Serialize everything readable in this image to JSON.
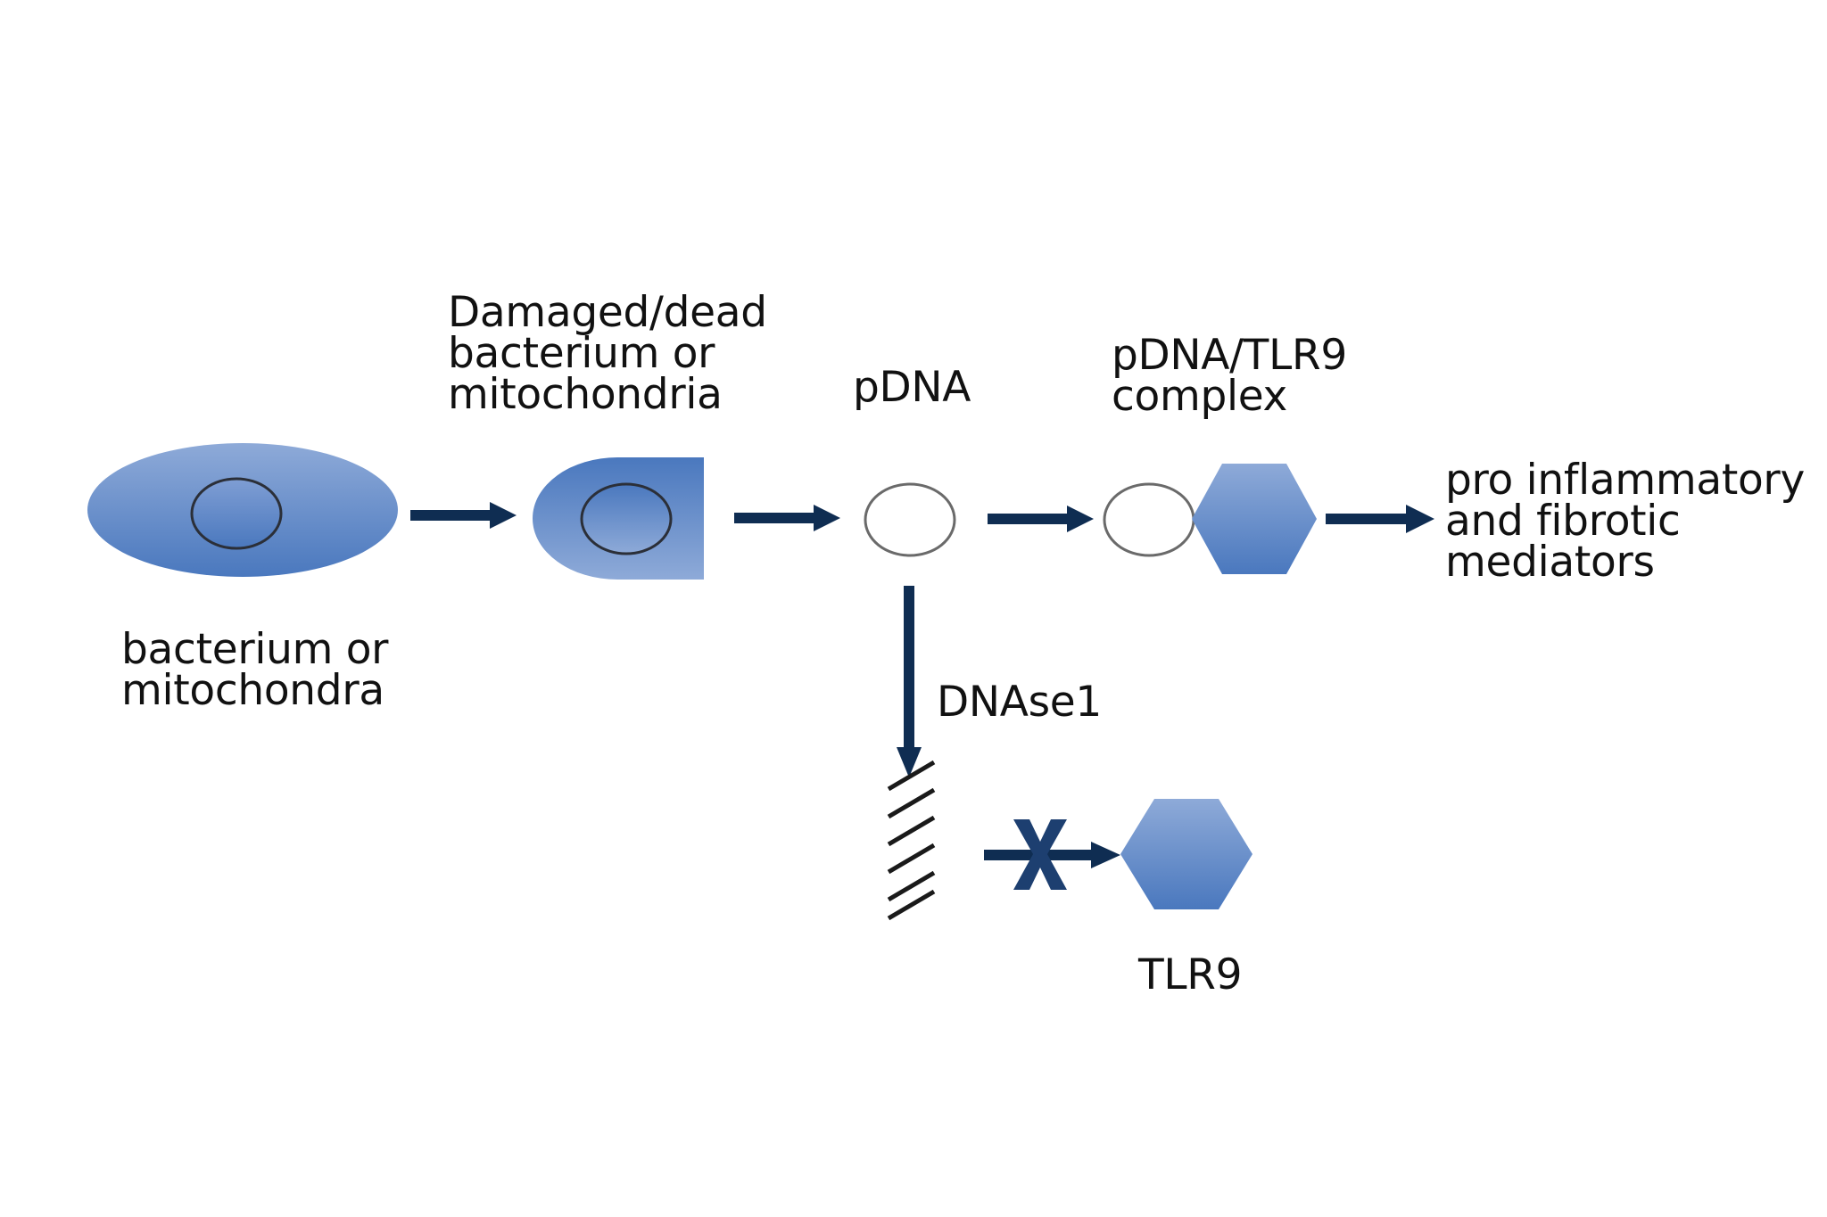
{
  "labels": {
    "bacterium": [
      "bacterium or",
      "mitochondra"
    ],
    "damaged": [
      "Damaged/dead",
      "bacterium or",
      "mitochondria"
    ],
    "pdna": "pDNA",
    "complex": [
      "pDNA/TLR9",
      "complex"
    ],
    "mediators": [
      "pro inflammatory",
      "and fibrotic",
      "mediators"
    ],
    "dnase": "DNAse1",
    "tlr9": "TLR9"
  },
  "colors": {
    "shape_light": "#8eaad8",
    "shape_dark": "#4a78be",
    "arrow": "#0f2d52",
    "inner_ring": "#2b2f38",
    "open_ring": "#6a6a6a"
  },
  "icons": {
    "blocked_marker": "x-block-icon",
    "fragment_marker": "dna-fragments-icon"
  }
}
